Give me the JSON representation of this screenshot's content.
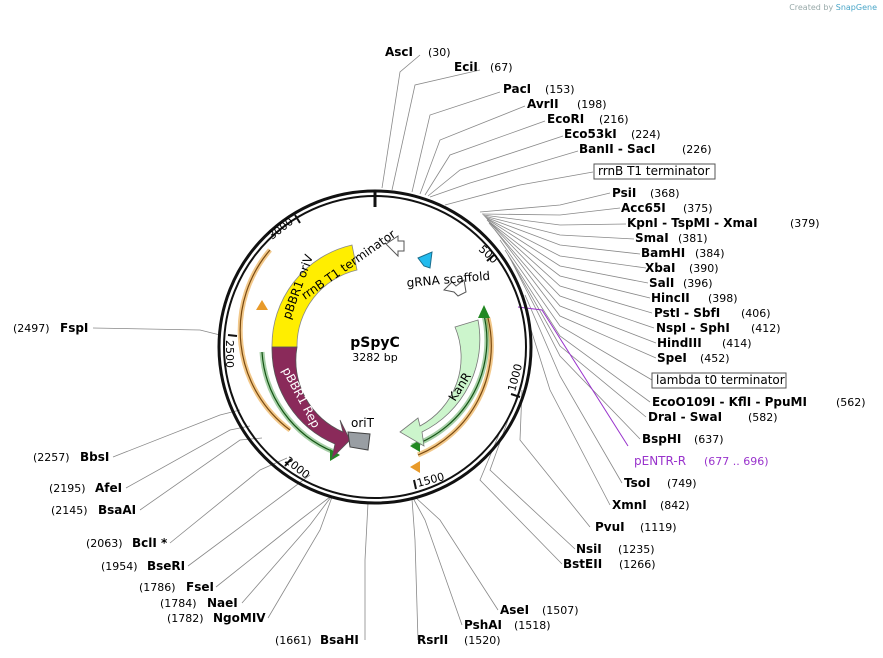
{
  "credit": {
    "text": "Created by",
    "brand": "SnapGene"
  },
  "plasmid": {
    "name": "pSpyC",
    "size": "3282 bp"
  },
  "ruler": [
    "500",
    "1000",
    "1500",
    "2000",
    "2500",
    "3000"
  ],
  "features": {
    "rrnb_box": "rrnB T1 terminator",
    "lambda_box": "lambda t0 terminator",
    "primer": {
      "name": "pENTR-R",
      "pos": "(677 .. 696)"
    },
    "pbbr1_oriv": "pBBR1 oriV",
    "pbbr1_rep": "pBBR1 Rep",
    "orit": "oriT",
    "kanr": "KanR",
    "rrnb_inner": "rrnB T1 terminator",
    "grna": "gRNA scaffold"
  },
  "sites_top": [
    {
      "label": "AscI",
      "pos": "(30)"
    },
    {
      "label": "EciI",
      "pos": "(67)"
    },
    {
      "label": "PacI",
      "pos": "(153)"
    },
    {
      "label": "AvrII",
      "pos": "(198)"
    },
    {
      "label": "EcoRI",
      "pos": "(216)"
    },
    {
      "label": "Eco53kI",
      "pos": "(224)"
    },
    {
      "label": "BanII  -  SacI",
      "pos": "(226)"
    }
  ],
  "sites_right": [
    {
      "label": "PsiI",
      "pos": "(368)"
    },
    {
      "label": "Acc65I",
      "pos": "(375)"
    },
    {
      "label": "KpnI  -  TspMI  -  XmaI",
      "pos": "(379)"
    },
    {
      "label": "SmaI",
      "pos": "(381)"
    },
    {
      "label": "BamHI",
      "pos": "(384)"
    },
    {
      "label": "XbaI",
      "pos": "(390)"
    },
    {
      "label": "SalI",
      "pos": "(396)"
    },
    {
      "label": "HincII",
      "pos": "(398)"
    },
    {
      "label": "PstI  -  SbfI",
      "pos": "(406)"
    },
    {
      "label": "NspI  -  SphI",
      "pos": "(412)"
    },
    {
      "label": "HindIII",
      "pos": "(414)"
    },
    {
      "label": "SpeI",
      "pos": "(452)"
    },
    {
      "label": "EcoO109I  -  KflI  -  PpuMI",
      "pos": "(562)"
    },
    {
      "label": "DraI  -  SwaI",
      "pos": "(582)"
    },
    {
      "label": "BspHI",
      "pos": "(637)"
    },
    {
      "label": "TsoI",
      "pos": "(749)"
    },
    {
      "label": "XmnI",
      "pos": "(842)"
    },
    {
      "label": "PvuI",
      "pos": "(1119)"
    },
    {
      "label": "NsiI",
      "pos": "(1235)"
    },
    {
      "label": "BstEII",
      "pos": "(1266)"
    }
  ],
  "sites_bottom": [
    {
      "label": "AseI",
      "pos": "(1507)"
    },
    {
      "label": "PshAI",
      "pos": "(1518)"
    },
    {
      "label": "RsrII",
      "pos": "(1520)"
    },
    {
      "label": "BsaHI",
      "pos": "(1661)"
    }
  ],
  "sites_left": [
    {
      "label": "FspI",
      "pos": "(2497)"
    },
    {
      "label": "BbsI",
      "pos": "(2257)"
    },
    {
      "label": "AfeI",
      "pos": "(2195)"
    },
    {
      "label": "BsaAI",
      "pos": "(2145)"
    },
    {
      "label": "BclI *",
      "pos": "(2063)"
    },
    {
      "label": "BseRI",
      "pos": "(1954)"
    },
    {
      "label": "FseI",
      "pos": "(1786)"
    },
    {
      "label": "NaeI",
      "pos": "(1784)"
    },
    {
      "label": "NgoMIV",
      "pos": "(1782)"
    }
  ],
  "colors": {
    "oriv": "#ffee00",
    "rep": "#8a2a5a",
    "kanr": "#ccf5cc",
    "orit": "#999ea3",
    "grna": "#22bbee",
    "primer": "#9933cc",
    "green_arrow": "#228822",
    "orange_arrow": "#e89a2a"
  }
}
